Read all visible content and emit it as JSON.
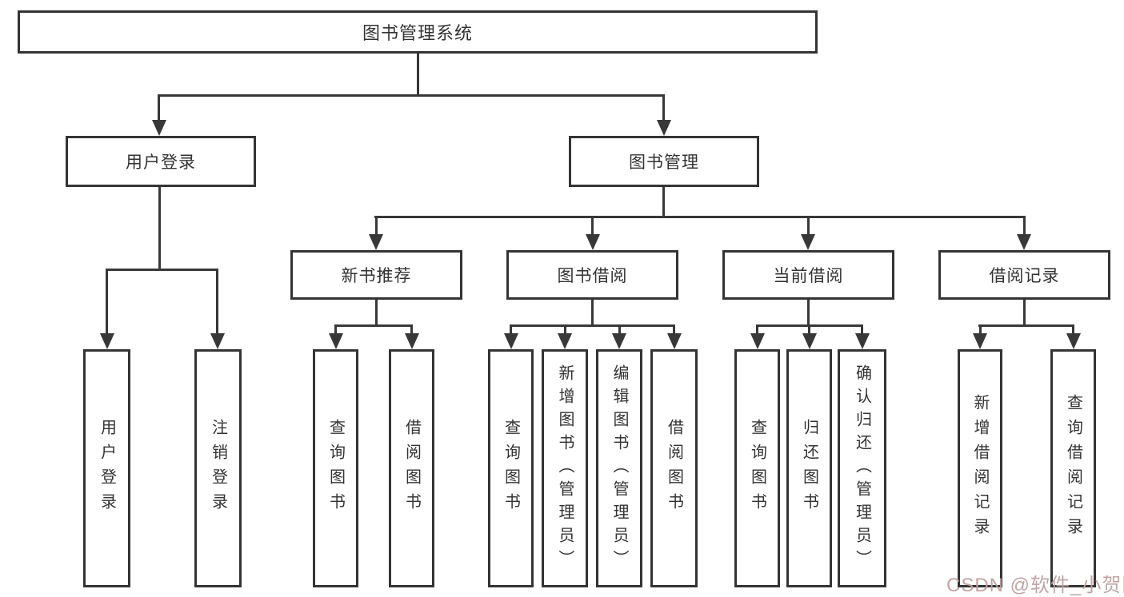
{
  "diagram": {
    "root": "图书管理系统",
    "level2": [
      "用户登录",
      "图书管理"
    ],
    "level3": [
      "新书推荐",
      "图书借阅",
      "当前借阅",
      "借阅记录"
    ],
    "leaves": {
      "user_login": [
        "用户登录",
        "注销登录"
      ],
      "new_book": [
        "查询图书",
        "借阅图书"
      ],
      "book_borrow": [
        "查询图书",
        "新增图书（管理员）",
        "编辑图书（管理员）",
        "借阅图书"
      ],
      "current_borrow": [
        "查询图书",
        "归还图书",
        "确认归还（管理员）"
      ],
      "borrow_record": [
        "新增借阅记录",
        "查询借阅记录"
      ]
    }
  },
  "watermark": {
    "text": "CSDN @软件_小贺同学"
  },
  "colors": {
    "line": "#383838",
    "border": "#343434",
    "background": "#ffffff",
    "watermark": "#bea0a0"
  }
}
